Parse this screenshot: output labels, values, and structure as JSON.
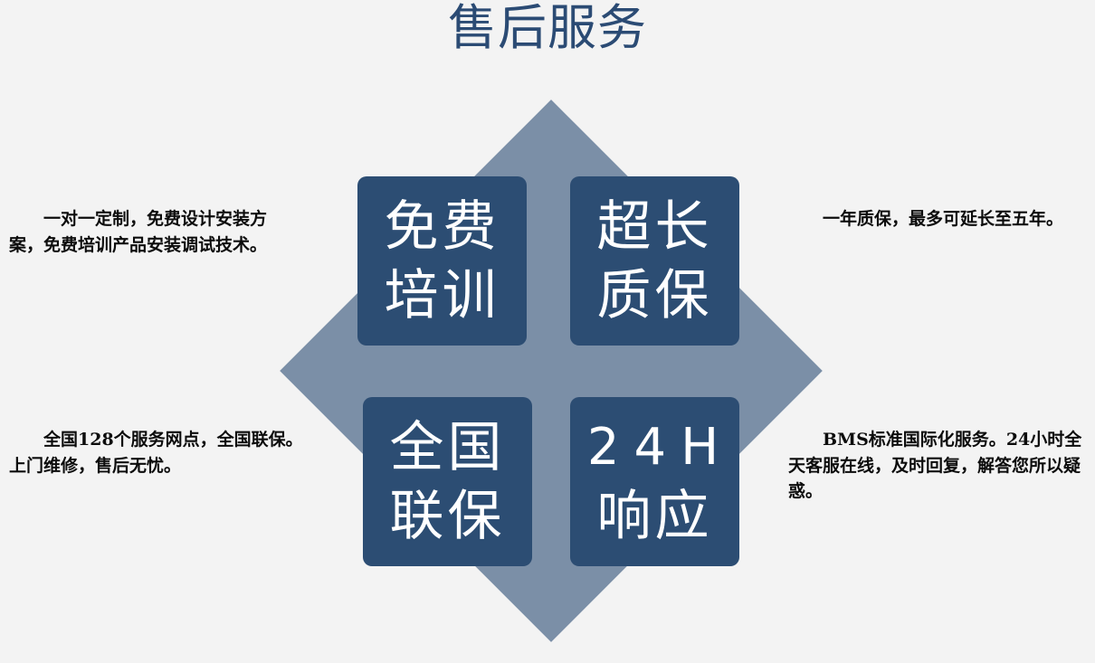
{
  "page": {
    "title": "售后服务"
  },
  "colors": {
    "background": "#f3f3f3",
    "title": "#2b4b74",
    "diamond": "#7b8fa7",
    "box": "#2c4d73",
    "box_text": "#ffffff",
    "desc_text": "#0c0c0c"
  },
  "services": [
    {
      "line1": "免费",
      "line2": "培训",
      "description": "一对一定制，免费设计安装方案，免费培训产品安装调试技术。"
    },
    {
      "line1": "超长",
      "line2": "质保",
      "description": "一年质保，最多可延长至五年。"
    },
    {
      "line1": "全国",
      "line2": "联保",
      "description": "全国128个服务网点，全国联保。上门维修，售后无忧。"
    },
    {
      "line1": "24H",
      "line2": "响应",
      "description": "BMS标准国际化服务。24小时全天客服在线，及时回复，解答您所以疑惑。"
    }
  ]
}
